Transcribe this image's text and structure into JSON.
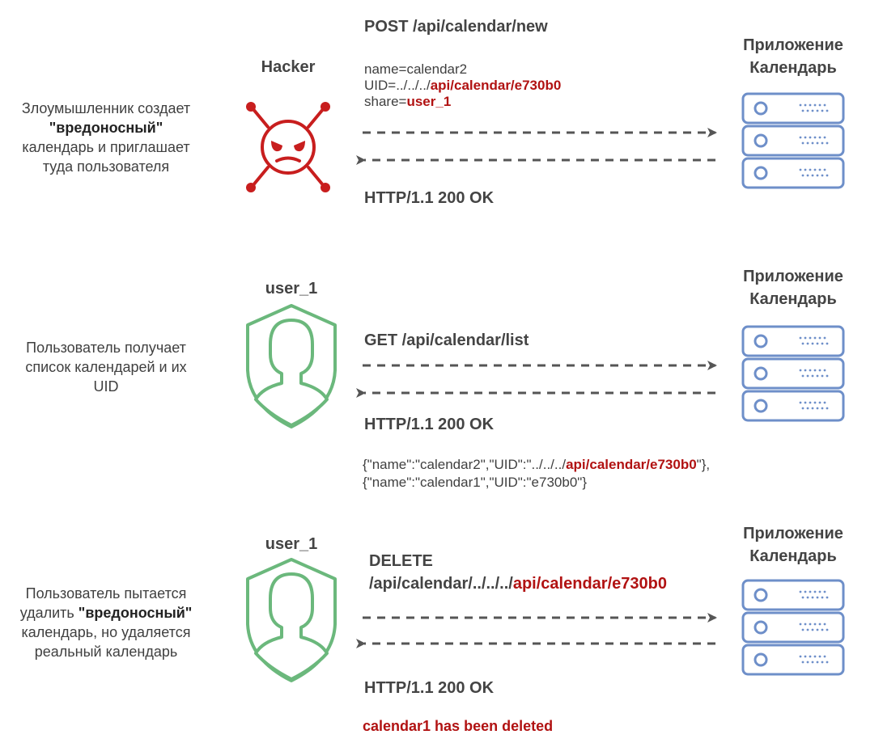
{
  "colors": {
    "hacker": "#c81e1e",
    "user": "#6bb87c",
    "server": "#6e8fc9",
    "arrow": "#555555",
    "highlight": "#b11212"
  },
  "row1": {
    "description_line1": "Злоумышленник создает",
    "description_bold": "\"вредоносный\"",
    "description_line3": "календарь и приглашает",
    "description_line4": "туда пользователя",
    "actor_label": "Hacker",
    "actor_icon": "hacker-icon",
    "request": "POST /api/calendar/new",
    "param_name": "name=calendar2",
    "param_uid_prefix": "UID=../../../",
    "param_uid_highlight": "api/calendar/e730b0",
    "param_share_prefix": "share=",
    "param_share_highlight": "user_1",
    "response": "HTTP/1.1 200 OK",
    "server_label_line1": "Приложение",
    "server_label_line2": "Календарь"
  },
  "row2": {
    "description_line1": "Пользователь получает",
    "description_line2": "список календарей и их",
    "description_line3": "UID",
    "actor_label": "user_1",
    "actor_icon": "user-shield-icon",
    "request": "GET /api/calendar/list",
    "response": "HTTP/1.1 200 OK",
    "json_line1_prefix": "{\"name\":\"calendar2\",\"UID\":\"../../../",
    "json_line1_highlight": "api/calendar/e730b0",
    "json_line1_suffix": "\"},",
    "json_line2": "{\"name\":\"calendar1\",\"UID\":\"e730b0\"}",
    "server_label_line1": "Приложение",
    "server_label_line2": "Календарь"
  },
  "row3": {
    "description_line1": "Пользователь пытается",
    "description_line2_prefix": "удалить ",
    "description_line2_bold": "\"вредоносный\"",
    "description_line3": "календарь, но удаляется",
    "description_line4": "реальный календарь",
    "actor_label": "user_1",
    "actor_icon": "user-shield-icon",
    "request_line1": "DELETE",
    "request_line2_prefix": "/api/calendar/../../../",
    "request_line2_highlight": "api/calendar/e730b0",
    "response": "HTTP/1.1 200 OK",
    "result": "calendar1 has been deleted",
    "server_label_line1": "Приложение",
    "server_label_line2": "Календарь"
  }
}
